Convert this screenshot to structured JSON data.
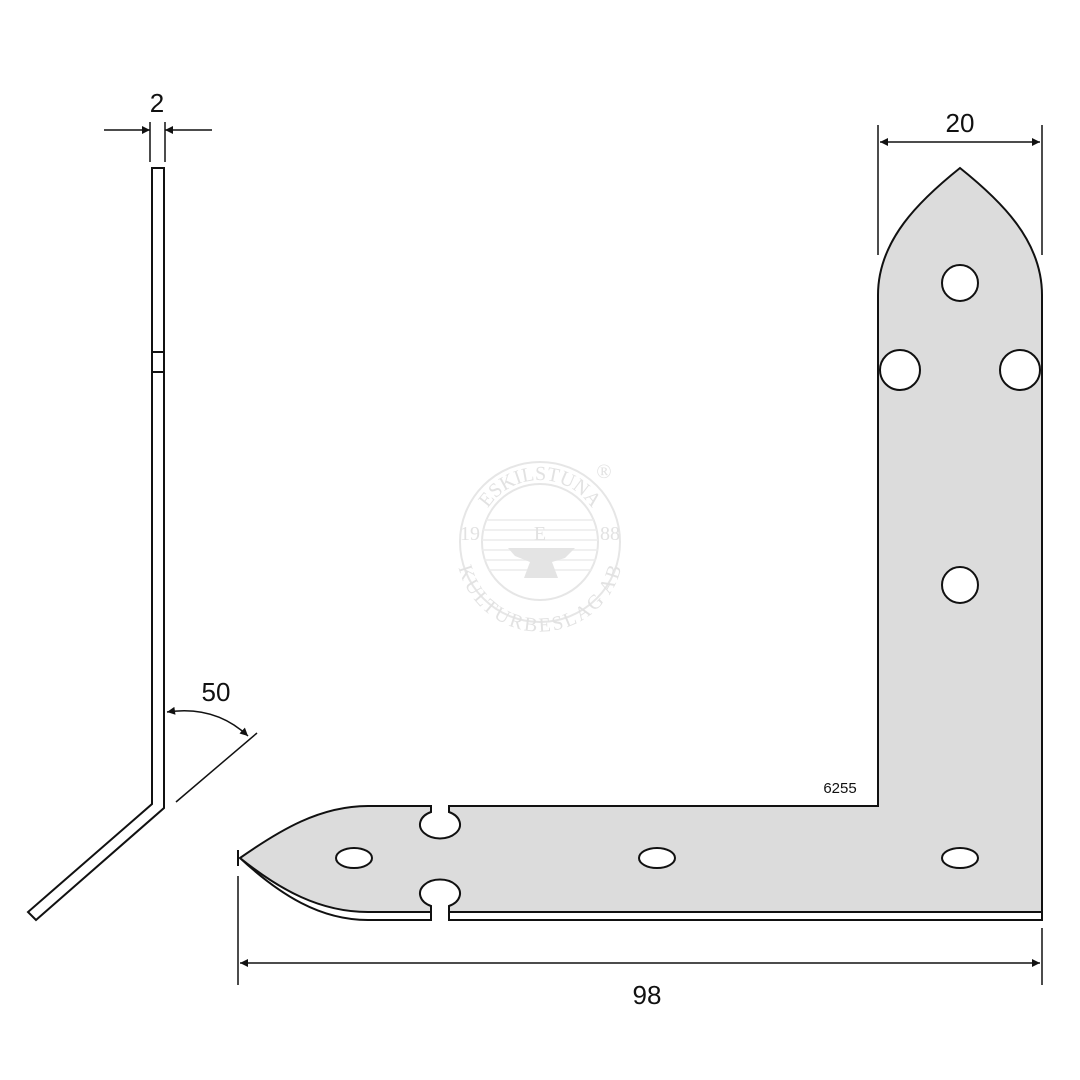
{
  "drawing": {
    "part_number": "6255",
    "dimensions": {
      "thickness": "2",
      "width": "20",
      "length": "98",
      "angle": "50"
    },
    "watermark": {
      "top_text": "ESKILSTUNA",
      "bottom_text": "KULTURBESLAG AB",
      "year_left": "19",
      "year_right": "88",
      "letter": "E",
      "registered": "®"
    },
    "colors": {
      "fill": "#dcdcdc",
      "line": "#111111"
    }
  }
}
